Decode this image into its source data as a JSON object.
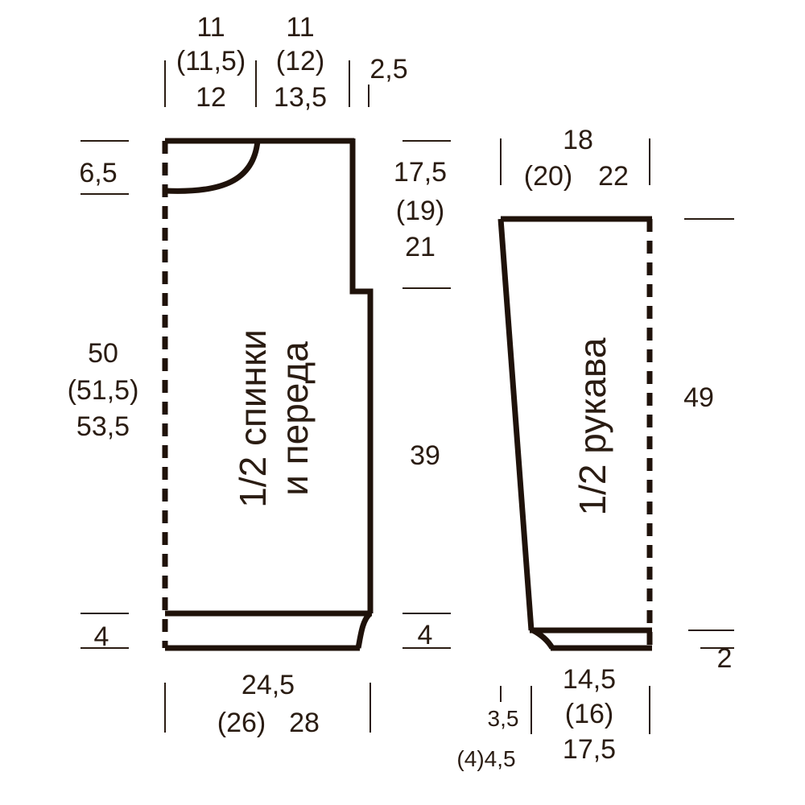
{
  "colors": {
    "outline": "#1f120a",
    "text": "#2a1c12",
    "background": "#ffffff"
  },
  "body_piece": {
    "label_line1": "1/2 спинки",
    "label_line2": "и переда",
    "top_neck_width": {
      "line1": "11",
      "line2": "(11,5)",
      "line3": "12"
    },
    "top_shoulder_width": {
      "line1": "11",
      "line2": "(12)",
      "line3": "13,5"
    },
    "top_step": "2,5",
    "neck_depth": "6,5",
    "armhole_height": {
      "line1": "17,5",
      "line2": "(19)",
      "line3": "21"
    },
    "side_length": "39",
    "total_length": {
      "line1": "50",
      "line2": "(51,5)",
      "line3": "53,5"
    },
    "rib_left": "4",
    "rib_right": "4",
    "bottom_width": {
      "line1": "24,5",
      "line2": "(26)",
      "line3": "28"
    }
  },
  "sleeve_piece": {
    "label": "1/2 рукава",
    "top_width": {
      "line1": "18",
      "line2": "(20)",
      "line3": "22"
    },
    "length": "49",
    "cuff": "2",
    "bottom_width": {
      "line1": "14,5",
      "line2": "(16)",
      "line3": "17,5"
    },
    "taper": {
      "line1": "3,5",
      "line2": "(4)4,5"
    }
  }
}
